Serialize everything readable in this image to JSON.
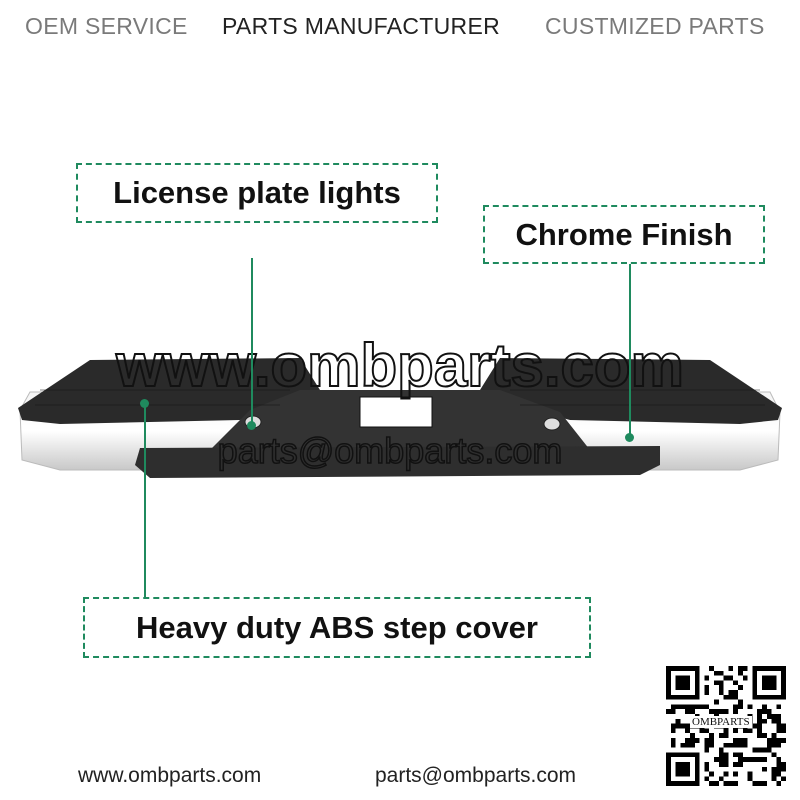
{
  "header": {
    "items": [
      "OEM SERVICE",
      "PARTS MANUFACTURER",
      "CUSTMIZED PARTS"
    ]
  },
  "callouts": {
    "license": "License plate lights",
    "chrome": "Chrome Finish",
    "step": "Heavy duty ABS step cover"
  },
  "watermark": {
    "website": "www.ombparts.com",
    "email": "parts@ombparts.com"
  },
  "qr": {
    "label": "OMBPARTS"
  },
  "footer": {
    "website": "www.ombparts.com",
    "email": "parts@ombparts.com"
  },
  "colors": {
    "accent": "#1f8a5e"
  }
}
